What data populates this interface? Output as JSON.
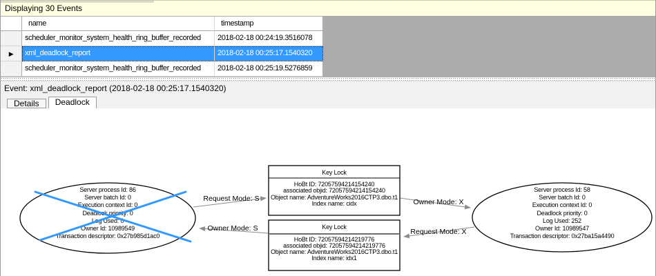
{
  "info_bar": {
    "text": "Displaying 30 Events"
  },
  "icons": {
    "current_row_pointer": "▶"
  },
  "events_table": {
    "columns": {
      "name": "name",
      "timestamp": "timestamp"
    },
    "rows": [
      {
        "name": "scheduler_monitor_system_health_ring_buffer_recorded",
        "timestamp": "2018-02-18 00:24:19.3516078",
        "selected": false
      },
      {
        "name": "xml_deadlock_report",
        "timestamp": "2018-02-18 00:25:17.1540320",
        "selected": true
      },
      {
        "name": "scheduler_monitor_system_health_ring_buffer_recorded",
        "timestamp": "2018-02-18 00:25:19.5276859",
        "selected": false
      }
    ]
  },
  "event_bar": {
    "text": "Event: xml_deadlock_report (2018-02-18 00:25:17.1540320)"
  },
  "tabs": {
    "details": "Details",
    "deadlock": "Deadlock",
    "active_tab": "Deadlock"
  },
  "deadlock_graph": {
    "processes": [
      {
        "victim": true,
        "lines": [
          "Server process Id: 86",
          "Server batch Id: 0",
          "Execution context Id: 0",
          "Deadlock priority: 0",
          "Log Used: 0",
          "Owner Id: 10989549",
          "Transaction descriptor: 0x27b985d1ac0"
        ]
      },
      {
        "victim": false,
        "lines": [
          "Server process Id: 58",
          "Server batch Id: 0",
          "Execution context Id: 0",
          "Deadlock priority: 0",
          "Log Used: 252",
          "Owner Id: 10989547",
          "Transaction descriptor: 0x27ba15a4490"
        ]
      }
    ],
    "resources": [
      {
        "title": "Key Lock",
        "lines": [
          "HoBt ID: 72057594214154240",
          "associated objid: 72057594214154240",
          "Object name: AdventureWorks2016CTP3.dbo.t1",
          "Index name: cidx"
        ]
      },
      {
        "title": "Key Lock",
        "lines": [
          "HoBt ID: 72057594214219776",
          "associated objid: 72057594214219776",
          "Object name: AdventureWorks2016CTP3.dbo.t1",
          "Index name: idx1"
        ]
      }
    ],
    "edges": [
      {
        "label": "Request Mode: S"
      },
      {
        "label": "Owner Mode: S"
      },
      {
        "label": "Owner Mode: X"
      },
      {
        "label": "Request Mode: X"
      }
    ],
    "colors": {
      "victim_cross": "#3399FF",
      "selection": "#3399FF",
      "info_bar_bg": "#FFFFE1",
      "table_empty_bg": "#ACACAC",
      "edge_stroke": "#8C8C8C"
    }
  }
}
